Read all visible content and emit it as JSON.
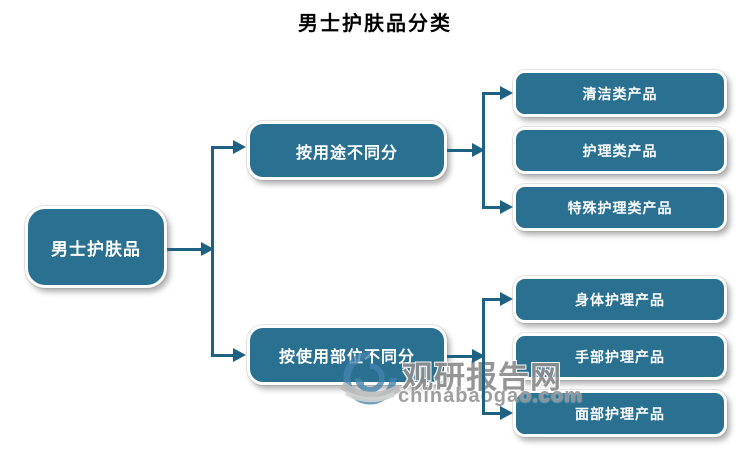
{
  "title": "男士护肤品分类",
  "colors": {
    "node_fill": "#2A7090",
    "node_text": "#FFFFFF",
    "connector": "#1D6282",
    "watermark_gray": "#8D8D8D",
    "watermark_blue": "#4583AB"
  },
  "root": {
    "label": "男士护肤品"
  },
  "branches": [
    {
      "label": "按用途不同分",
      "children": [
        "清洁类产品",
        "护理类产品",
        "特殊护理类产品"
      ]
    },
    {
      "label": "按使用部位不同分",
      "children": [
        "身体护理产品",
        "手部护理产品",
        "面部护理产品"
      ]
    }
  ],
  "watermark": {
    "name": "观研报告网",
    "domain": "chinabaogao.com",
    "logo": "swirl-logo"
  }
}
